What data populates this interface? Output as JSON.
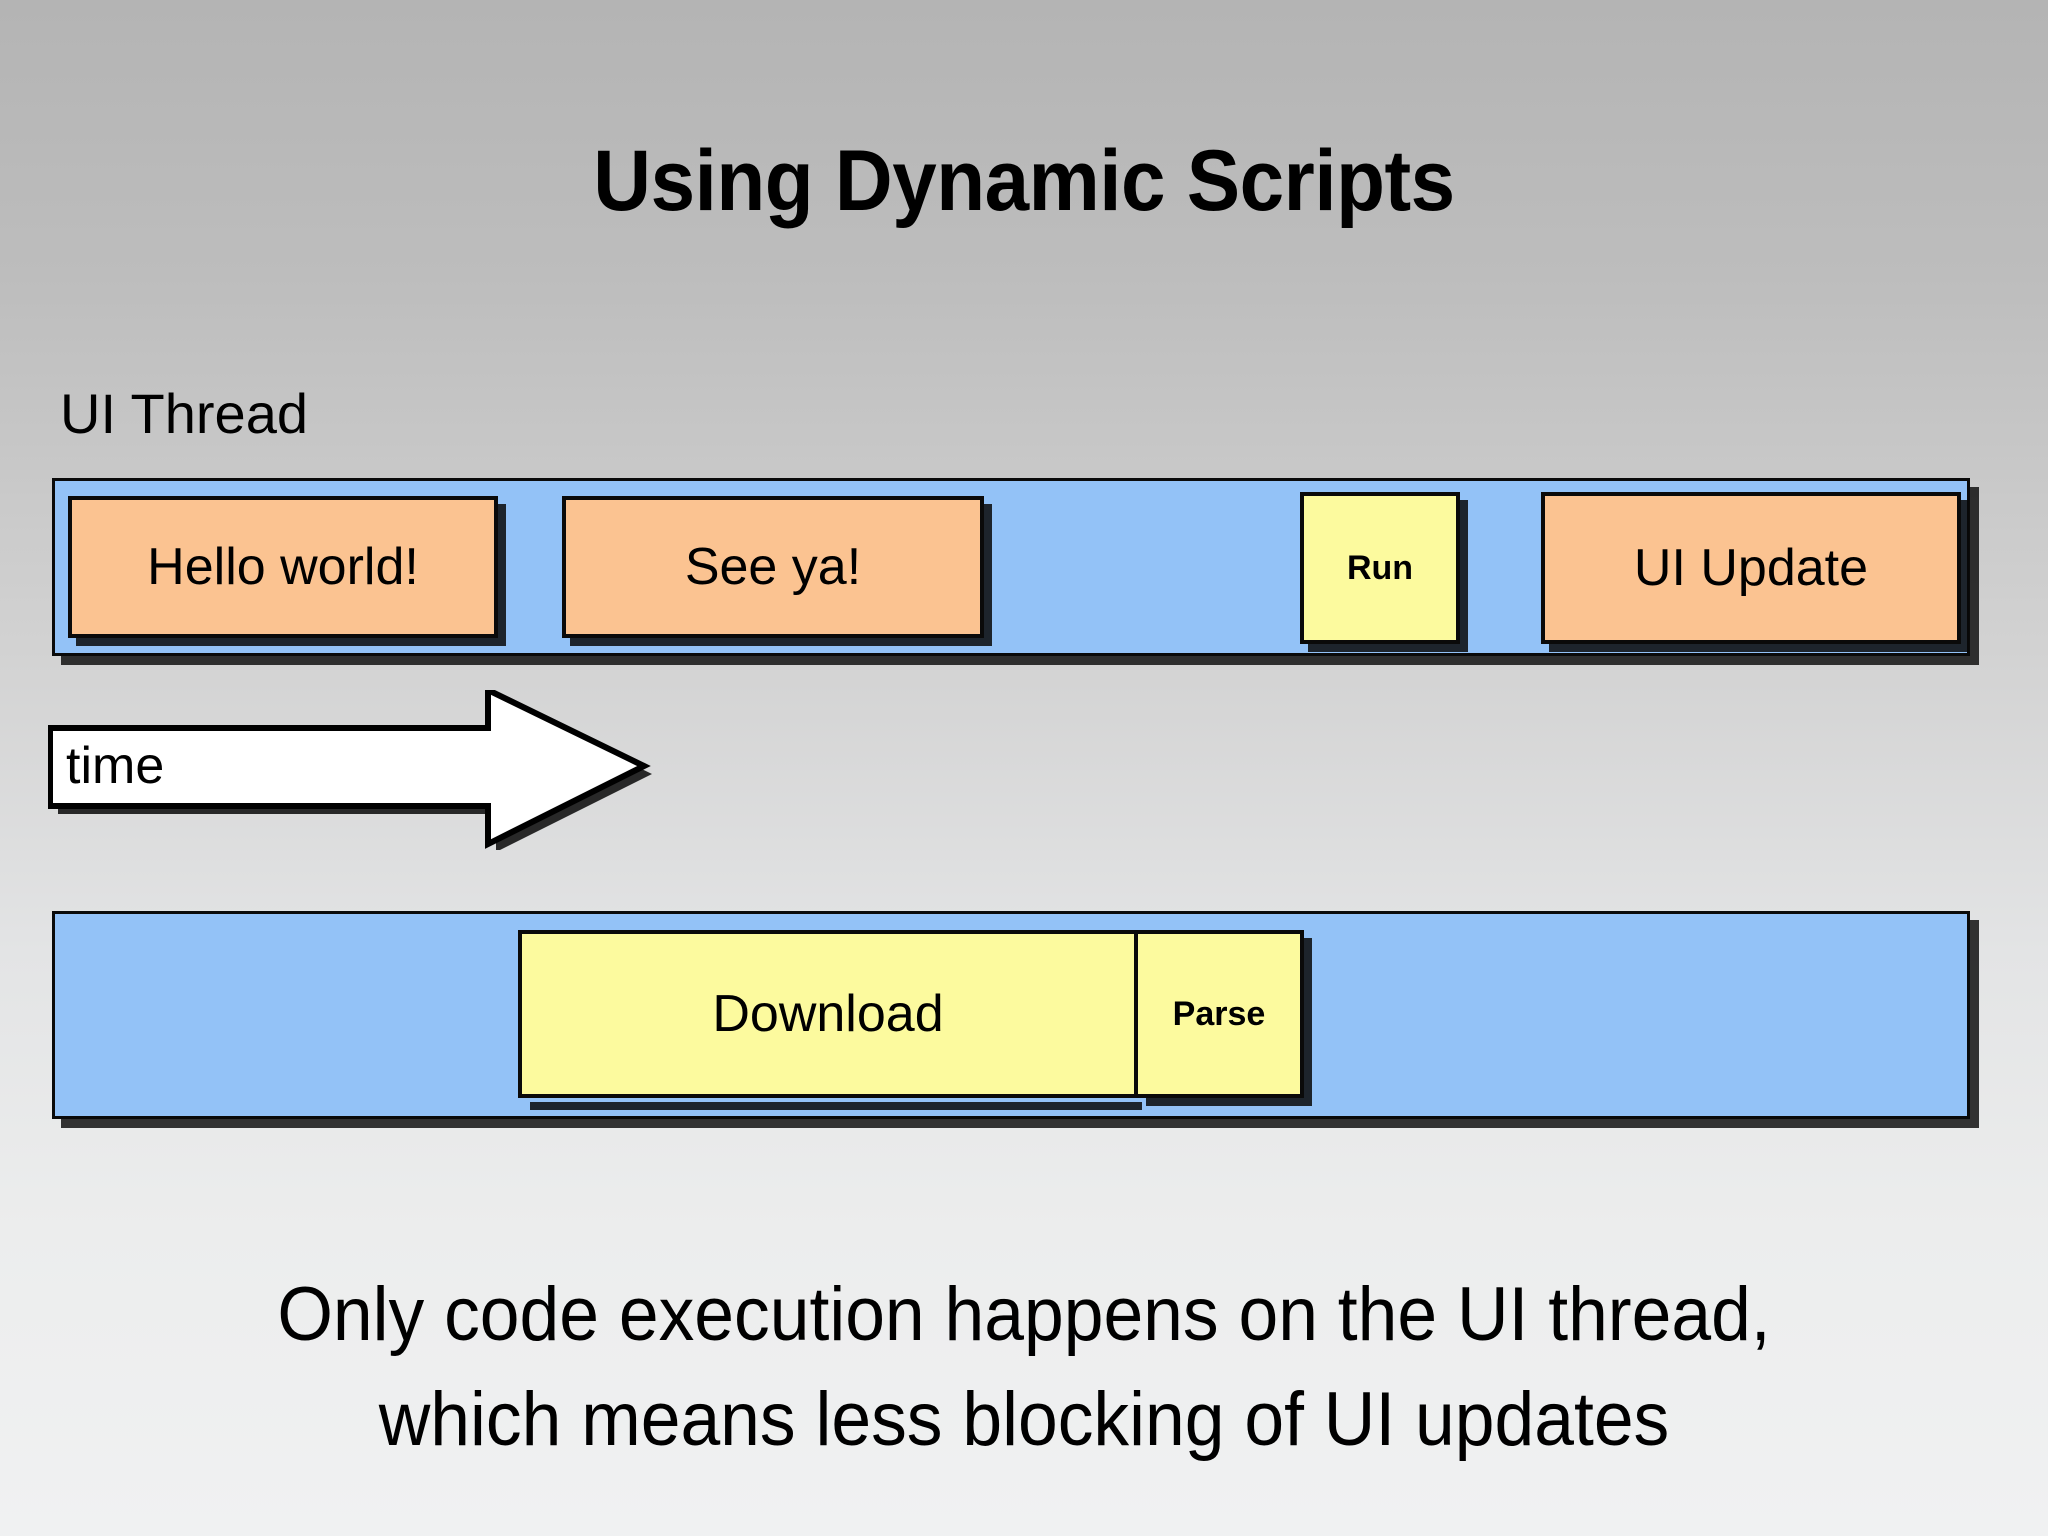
{
  "slide": {
    "title": "Using Dynamic Scripts",
    "background_top_color": "#b4b4b4",
    "background_bottom_color": "#f0f1f2"
  },
  "diagram": {
    "thread_label": "UI Thread",
    "time_axis": {
      "label": "time",
      "direction": "left-to-right",
      "shape": "block-arrow",
      "fill_color": "#ffffff",
      "stroke_color": "#000000"
    },
    "lanes": [
      {
        "name": "ui-thread-lane",
        "lane_color": "#93c2f7",
        "blocks": [
          {
            "label": "Hello world!",
            "kind": "code-execution",
            "color": "#fbc391",
            "emphasis": "normal"
          },
          {
            "label": "See ya!",
            "kind": "code-execution",
            "color": "#fbc391",
            "emphasis": "normal"
          },
          {
            "label": "Run",
            "kind": "script-run",
            "color": "#fcfa9e",
            "emphasis": "bold"
          },
          {
            "label": "UI Update",
            "kind": "code-execution",
            "color": "#fbc391",
            "emphasis": "normal"
          }
        ]
      },
      {
        "name": "background-lane",
        "lane_color": "#93c2f7",
        "blocks": [
          {
            "label": "Download",
            "kind": "network",
            "color": "#fcfa9e",
            "emphasis": "normal"
          },
          {
            "label": "Parse",
            "kind": "network",
            "color": "#fcfa9e",
            "emphasis": "bold"
          }
        ]
      }
    ]
  },
  "caption": {
    "line1": "Only code execution happens on the UI thread,",
    "line2": "which means less blocking of UI updates"
  }
}
